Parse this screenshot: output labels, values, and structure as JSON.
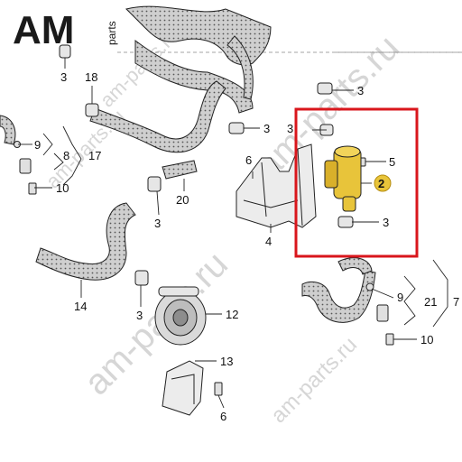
{
  "logo": {
    "main": "AM",
    "sub": "parts"
  },
  "watermark": {
    "text": "am-parts.ru"
  },
  "highlight_color": "#d9161c",
  "part_color": "#e8c43a",
  "callouts": {
    "n3a": "3",
    "n18": "18",
    "n3b": "3",
    "n3c": "3",
    "n3d": "3",
    "n9a": "9",
    "n8": "8",
    "n17": "17",
    "n10a": "10",
    "n20": "20",
    "n6a": "6",
    "n5": "5",
    "n2": "2",
    "n4": "4",
    "n3e": "3",
    "n3f": "3",
    "n14": "14",
    "n3g": "3",
    "n12": "12",
    "n9b": "9",
    "n21": "21",
    "n7": "7",
    "n10b": "10",
    "n13": "13",
    "n6b": "6"
  }
}
